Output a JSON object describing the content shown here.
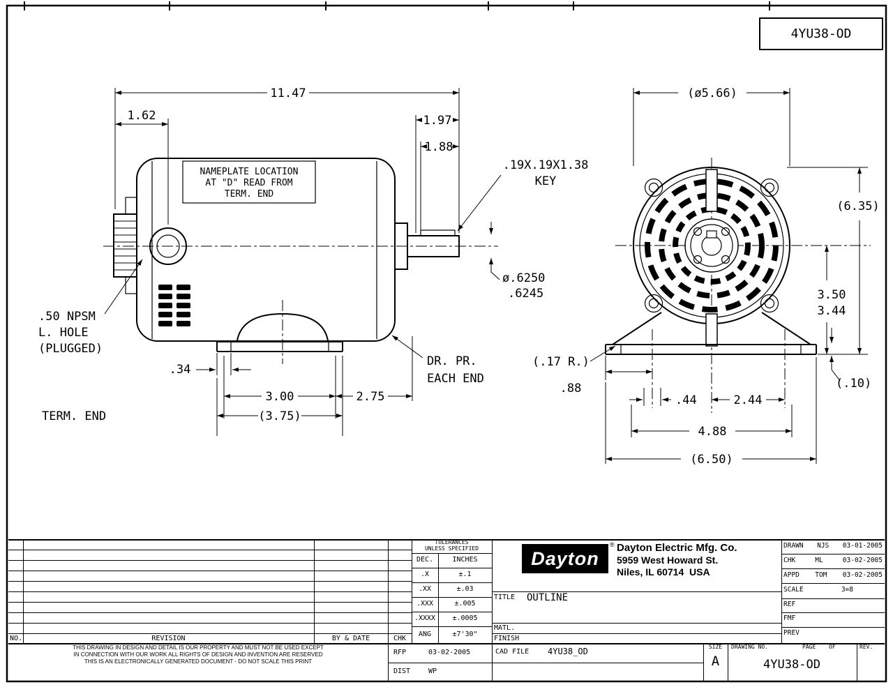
{
  "doc": {
    "number": "4YU38-OD"
  },
  "side_view": {
    "nameplate_line1": "NAMEPLATE LOCATION",
    "nameplate_line2": "AT \"D\" READ FROM",
    "nameplate_line3": "TERM. END",
    "dim_overall": "11.47",
    "dim_162": "1.62",
    "dim_197": "1.97",
    "dim_188": "1.88",
    "key_line1": ".19X.19X1.38",
    "key_line2": "KEY",
    "shaft_dia_line1": "ø.6250",
    "shaft_dia_line2": ".6245",
    "npsm_line1": ".50 NPSM",
    "npsm_line2": "L. HOLE",
    "npsm_line3": "(PLUGGED)",
    "dim_34": ".34",
    "dim_300": "3.00",
    "dim_375": "(3.75)",
    "dim_275": "2.75",
    "drpr_line1": "DR. PR.",
    "drpr_line2": "EACH END",
    "term_end": "TERM. END"
  },
  "end_view": {
    "dim_dia": "(ø5.66)",
    "dim_635": "(6.35)",
    "dim_350": "3.50",
    "dim_344": "3.44",
    "dim_r17": "(.17 R.)",
    "dim_88": ".88",
    "dim_44": ".44",
    "dim_244": "2.44",
    "dim_488": "4.88",
    "dim_650": "(6.50)",
    "dim_10": "(.10)"
  },
  "title_block": {
    "tolerances": {
      "header1": "TOLERANCES",
      "header2": "UNLESS SPECIFIED",
      "col1": "DEC.",
      "col2": "INCHES",
      "rows": [
        {
          "dec": ".X",
          "inches": "±.1"
        },
        {
          "dec": ".XX",
          "inches": "±.03"
        },
        {
          "dec": ".XXX",
          "inches": "±.005"
        },
        {
          "dec": ".XXXX",
          "inches": "±.0005"
        }
      ],
      "ang_label": "ANG",
      "ang_value": "±7'30\""
    },
    "revision": {
      "no": "NO.",
      "revision": "REVISION",
      "by_date": "BY & DATE",
      "chk": "CHK"
    },
    "company": {
      "logo": "Dayton",
      "reg": "®",
      "name": "Dayton Electric Mfg. Co.",
      "address1": "5959 West Howard St.",
      "address2": "Niles, IL 60714  USA"
    },
    "approvals": {
      "drawn_label": "DRAWN",
      "drawn_by": "NJS",
      "drawn_date": "03-01-2005",
      "chk_label": "CHK",
      "chk_by": "ML",
      "chk_date": "03-02-2005",
      "appd_label": "APPD",
      "appd_by": "TOM",
      "appd_date": "03-02-2005"
    },
    "title_label": "TITLE",
    "title_value": "OUTLINE",
    "scale_label": "SCALE",
    "scale_value": "3=8",
    "ref_label": "REF",
    "fmf_label": "FMF",
    "prev_label": "PREV",
    "matl_label": "MATL.",
    "finish_label": "FINISH",
    "legal_line1": "THIS DRAWING IN DESIGN AND DETAIL IS OUR PROPERTY AND MUST NOT BE USED EXCEPT",
    "legal_line2": "IN CONNECTION WITH OUR WORK ALL RIGHTS OF DESIGN AND INVENTION ARE RESERVED",
    "legal_line3": "THIS IS AN ELECTRONICALLY GENERATED DOCUMENT - DO NOT SCALE THIS PRINT",
    "rfp_label": "RFP",
    "rfp_date": "03-02-2005",
    "dist_label": "DIST",
    "dist_value": "WP",
    "cad_file_label": "CAD FILE",
    "cad_file_value": "4YU38_OD",
    "size_label": "SIZE",
    "size_value": "A",
    "drawing_no_label": "DRAWING NO.",
    "page_label": "PAGE",
    "of_label": "OF",
    "rev_label": "REV.",
    "drawing_no_value": "4YU38-OD"
  }
}
